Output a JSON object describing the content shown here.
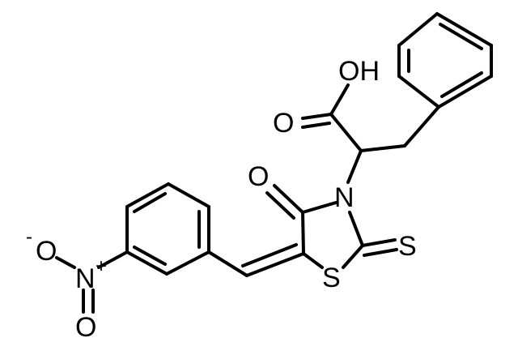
{
  "atoms": {
    "hydroxyl": "OH",
    "carbonyl_o_acid": "O",
    "carbonyl_o_ring": "O",
    "ring_n": "N",
    "ring_s": "S",
    "thione_s": "S",
    "nitro_n": "N",
    "nitro_o_minus": "O",
    "nitro_o": "O",
    "nitro_n_charge": "+",
    "nitro_o_charge": "-"
  },
  "colors": {
    "bond": "#000000",
    "background": "#ffffff"
  }
}
